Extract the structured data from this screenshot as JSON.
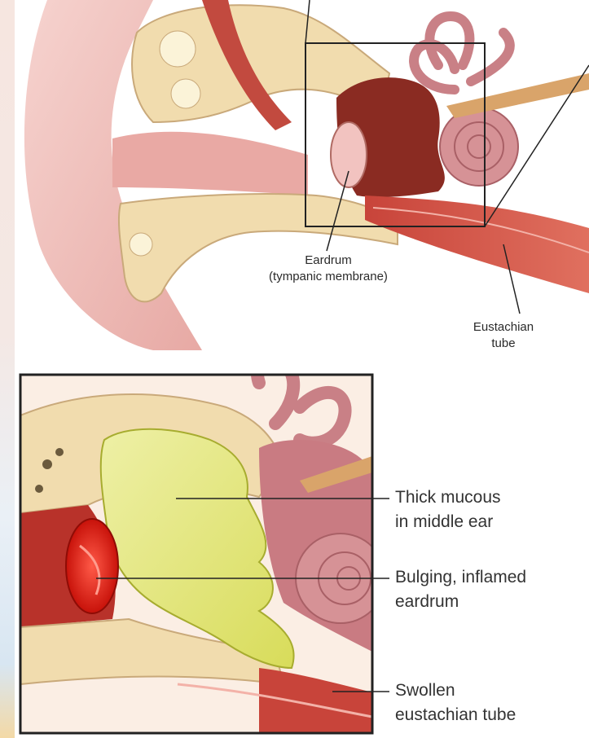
{
  "top_labels": {
    "eardrum": "Eardrum",
    "eardrum_sub": "(tympanic membrane)",
    "eustachian_1": "Eustachian",
    "eustachian_2": "tube"
  },
  "bottom_labels": {
    "mucous_1": "Thick mucous",
    "mucous_2": "in middle ear",
    "eardrum_1": "Bulging, inflamed",
    "eardrum_2": "eardrum",
    "tube_1": "Swollen",
    "tube_2": "eustachian tube"
  }
}
